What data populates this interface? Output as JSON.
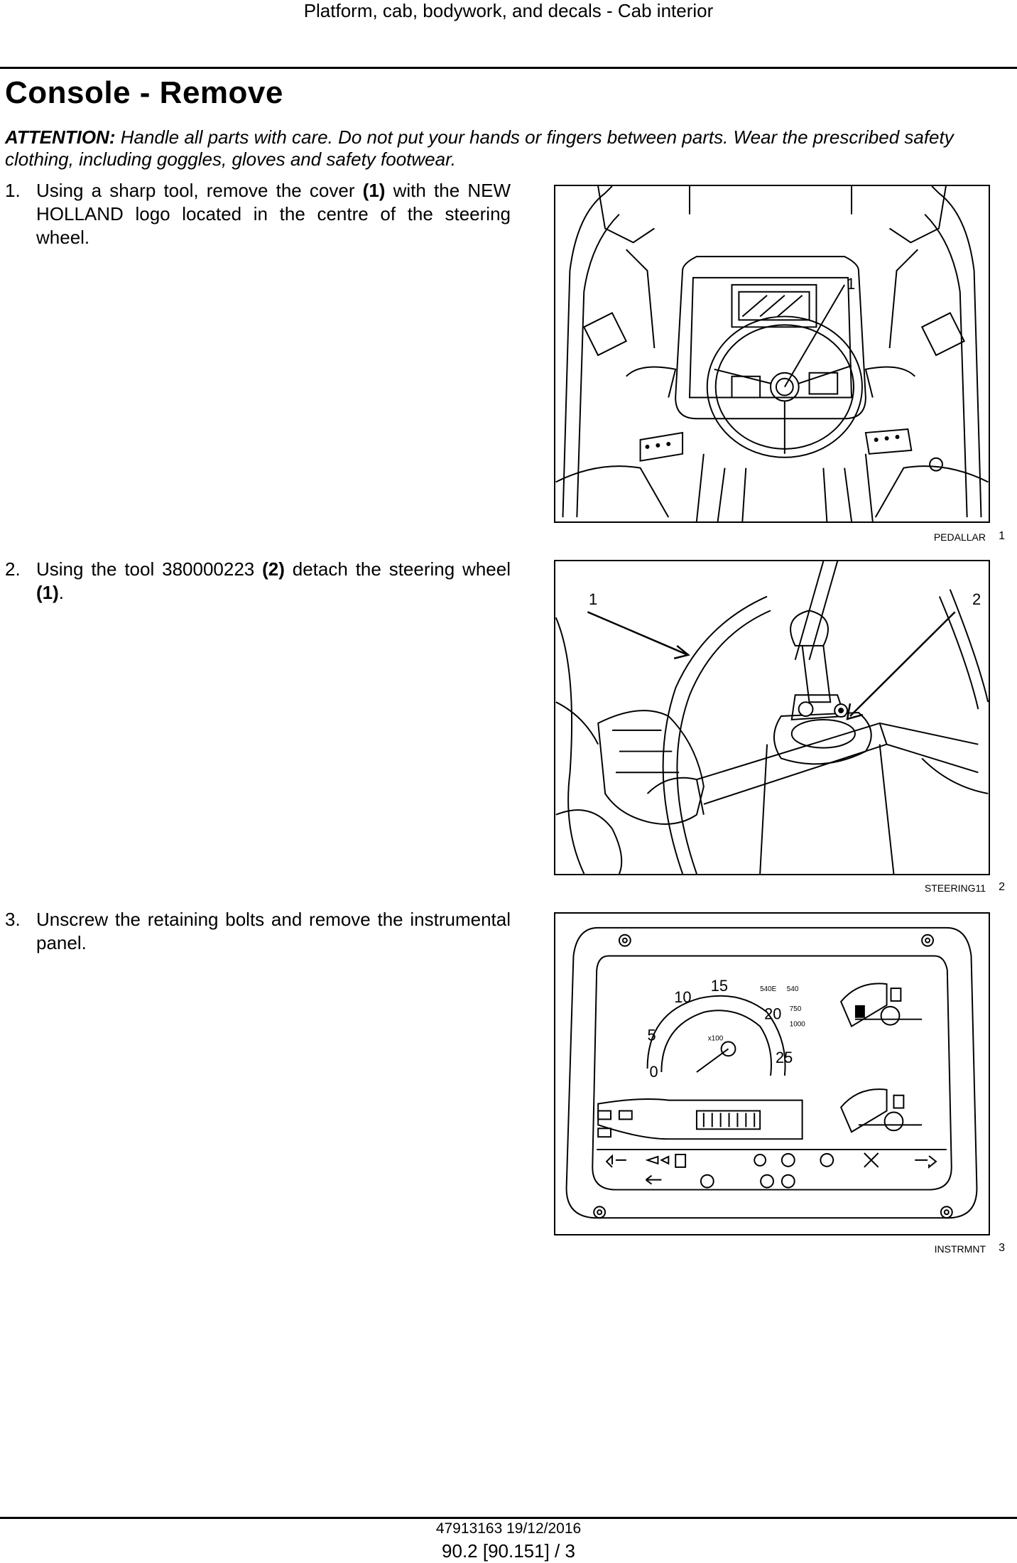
{
  "header": {
    "section": "Platform, cab, bodywork, and decals - Cab interior"
  },
  "title": "Console - Remove",
  "attention": {
    "label": "ATTENTION:",
    "text": " Handle all parts with care. Do not put your hands or fingers between parts. Wear the prescribed safety clothing, including goggles, gloves and safety footwear."
  },
  "steps": [
    {
      "number": "1.",
      "parts": [
        "Using a sharp tool, remove the cover ",
        "(1)",
        " with the NEW HOLLAND logo located in the centre of the steering wheel."
      ]
    },
    {
      "number": "2.",
      "parts": [
        "Using the tool 380000223 ",
        "(2)",
        " detach the steering wheel ",
        "(1)",
        "."
      ]
    },
    {
      "number": "3.",
      "parts": [
        "Unscrew the retaining bolts and remove the instrumental panel."
      ]
    }
  ],
  "figures": [
    {
      "caption": "PEDALLAR",
      "number": "1",
      "callouts": [
        "1"
      ]
    },
    {
      "caption": "STEERING11",
      "number": "2",
      "callouts": [
        "1",
        "2"
      ]
    },
    {
      "caption": "INSTRMNT",
      "number": "3",
      "gauge_labels": [
        "0",
        "5",
        "10",
        "15",
        "20",
        "25",
        "x100"
      ],
      "pto_labels": [
        "540E",
        "540",
        "750",
        "1000"
      ]
    }
  ],
  "footer": {
    "doc_id": "47913163 19/12/2016",
    "page_ref": "90.2 [90.151] / 3"
  }
}
